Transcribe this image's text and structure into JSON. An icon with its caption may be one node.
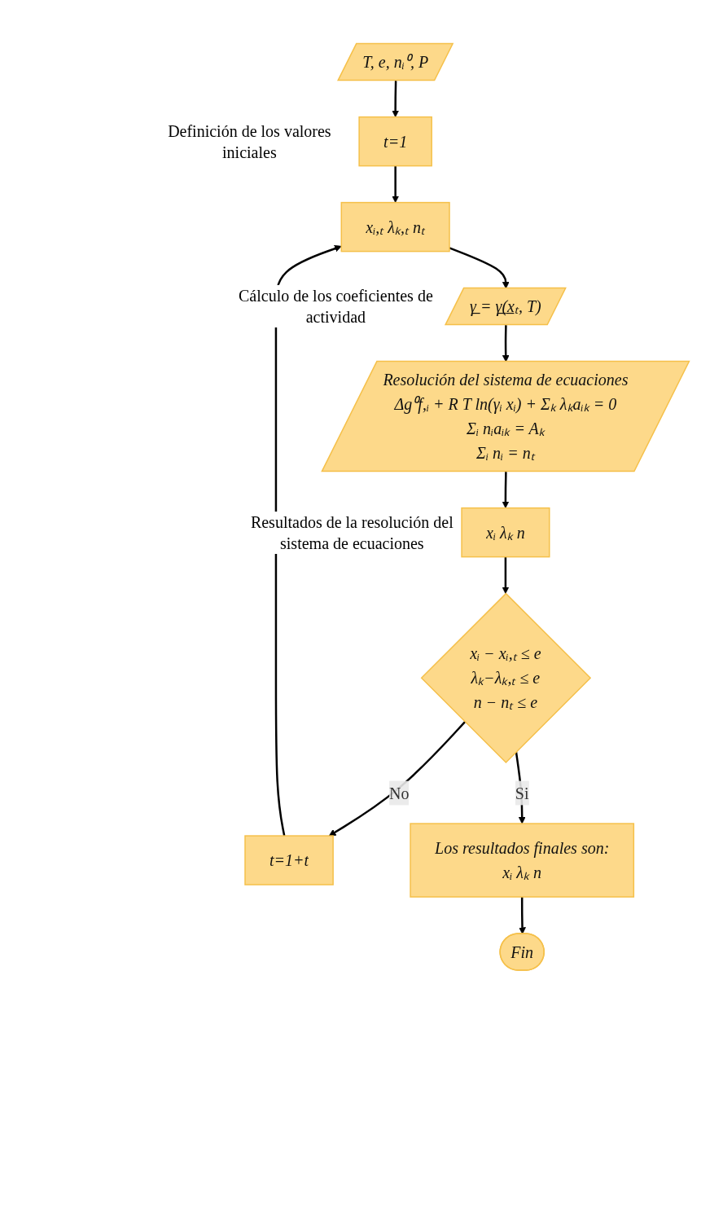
{
  "diagram": {
    "nodes": [
      {
        "text": [
          "T, e, nᵢ⁰, P"
        ]
      },
      {
        "text": [
          "t=1"
        ],
        "beside": [
          "Definición de los valores iniciales"
        ]
      },
      {
        "text": [
          "xᵢ,ₜ   λₖ,ₜ   nₜ"
        ]
      },
      {
        "text": [
          "γ̲ = γ̲(x̲ₜ, T)"
        ],
        "beside": [
          "Cálculo de los coeficientes de actividad"
        ]
      },
      {
        "text": [
          "Resolución del sistema de ecuaciones",
          "Δg⁰f,ᵢ + R T ln(γᵢ xᵢ) + Σₖ λₖaᵢₖ = 0",
          "Σᵢ nᵢaᵢₖ = Aₖ",
          "Σᵢ nᵢ = nₜ"
        ]
      },
      {
        "text": [
          "xᵢ   λₖ   n"
        ],
        "beside": [
          "Resultados de la resolución del sistema de ecuaciones"
        ]
      },
      {
        "text": [
          "xᵢ − xᵢ,ₜ ≤ e",
          "λₖ−λₖ,ₜ ≤ e",
          "n − nₜ ≤ e"
        ]
      },
      {
        "text": [
          "t=1+t"
        ]
      },
      {
        "text": [
          "Los resultados finales son:",
          "xᵢ   λₖ   n"
        ]
      },
      {
        "text": [
          "Fin"
        ]
      }
    ],
    "edges": [
      {
        "from": 0,
        "to": 1,
        "arrow": "to"
      },
      {
        "from": 1,
        "to": 2,
        "arrow": "to"
      },
      {
        "from": 2,
        "to": 3,
        "arrow": "to"
      },
      {
        "from": 3,
        "to": 4,
        "arrow": "to"
      },
      {
        "from": 4,
        "to": 5,
        "arrow": "to"
      },
      {
        "from": 5,
        "to": 6,
        "arrow": "to"
      },
      {
        "from": 6,
        "to": 7,
        "label": "No",
        "arrow": "to"
      },
      {
        "from": 7,
        "to": 2,
        "arrow": "to"
      },
      {
        "from": 6,
        "to": 8,
        "label": "Si",
        "arrow": "to"
      },
      {
        "from": 8,
        "to": 9,
        "arrow": "to"
      }
    ]
  }
}
